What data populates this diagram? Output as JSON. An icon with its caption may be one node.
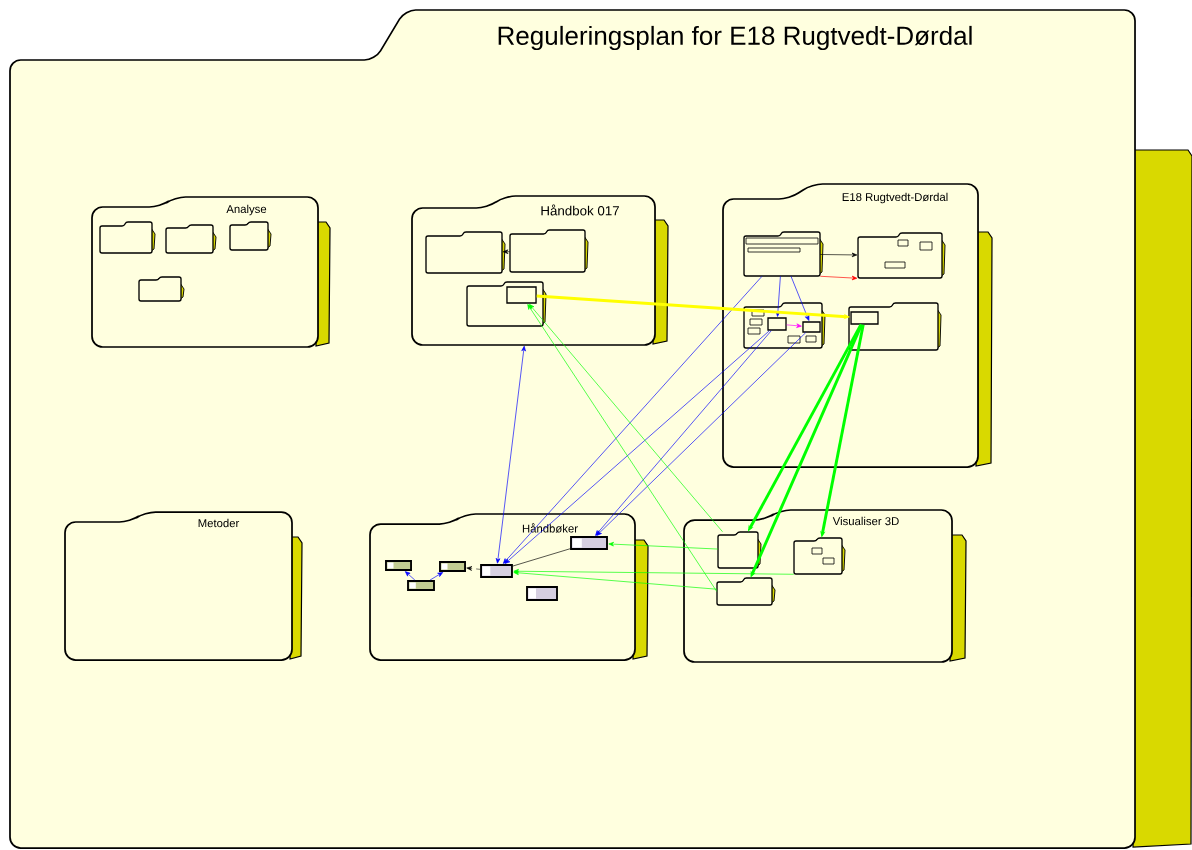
{
  "diagram": {
    "title": "Reguleringsplan for E18 Rugtvedt-Dørdal",
    "nodes": [
      {
        "text": [],
        "shape": "folder"
      },
      {
        "text": [
          "Analyse"
        ],
        "in": 0
      },
      {
        "text": [],
        "shape": "folder",
        "in": 1
      },
      {
        "text": [],
        "shape": "folder",
        "in": 1
      },
      {
        "text": [],
        "shape": "folder",
        "in": 1
      },
      {
        "text": [],
        "shape": "folder",
        "in": 1
      },
      {
        "text": [
          "Håndbok 017"
        ],
        "in": 0
      },
      {
        "text": [],
        "shape": "folder",
        "in": 6
      },
      {
        "text": [],
        "shape": "folder",
        "in": 6
      },
      {
        "text": [],
        "shape": "folder",
        "in": 6
      },
      {
        "text": [],
        "shape": "box",
        "in": 9
      },
      {
        "text": [
          "E18 Rugtvedt-Dørdal"
        ],
        "in": 0
      },
      {
        "text": [],
        "shape": "folder",
        "in": 11
      },
      {
        "text": [],
        "shape": "folder",
        "in": 11
      },
      {
        "text": [],
        "shape": "folder",
        "in": 11
      },
      {
        "text": [],
        "shape": "box",
        "in": 14
      },
      {
        "text": [],
        "shape": "box",
        "in": 14
      },
      {
        "text": [],
        "shape": "folder",
        "in": 11
      },
      {
        "text": [],
        "shape": "box",
        "in": 17
      },
      {
        "text": [
          "Metoder"
        ],
        "in": 0
      },
      {
        "text": [
          "Håndbøker"
        ],
        "in": 0
      },
      {
        "text": [],
        "shape": "box",
        "in": 20
      },
      {
        "text": [],
        "shape": "box",
        "in": 20
      },
      {
        "text": [],
        "shape": "box",
        "in": 20
      },
      {
        "text": [],
        "shape": "box",
        "in": 20
      },
      {
        "text": [],
        "shape": "box",
        "in": 20
      },
      {
        "text": [],
        "shape": "box",
        "in": 20
      },
      {
        "text": [
          "Visualiser 3D"
        ],
        "in": 0
      },
      {
        "text": [],
        "shape": "folder",
        "in": 27
      },
      {
        "text": [],
        "shape": "folder",
        "in": 27
      },
      {
        "text": [],
        "shape": "folder",
        "in": 27
      }
    ],
    "edges": [
      {
        "from": 8,
        "to": 7,
        "arrow": "to",
        "color": "#000000"
      },
      {
        "from": 12,
        "to": 13,
        "arrow": "to",
        "color": "#000000"
      },
      {
        "from": 12,
        "to": 13,
        "arrow": "to",
        "color": "#ff0000"
      },
      {
        "from": 15,
        "to": 16,
        "arrow": "to",
        "color": "#ff00ff"
      },
      {
        "from": 12,
        "to": 15,
        "arrow": "to",
        "color": "#0000ff"
      },
      {
        "from": 12,
        "to": 16,
        "arrow": "to",
        "color": "#0000ff"
      },
      {
        "from": 12,
        "to": 24,
        "arrow": "to",
        "color": "#0000ff"
      },
      {
        "from": 15,
        "to": 24,
        "arrow": "to",
        "color": "#0000ff"
      },
      {
        "from": 15,
        "to": 25,
        "arrow": "to",
        "color": "#0000ff"
      },
      {
        "from": 16,
        "to": 25,
        "arrow": "to",
        "color": "#0000ff"
      },
      {
        "from": 24,
        "to": 6,
        "arrow": "both",
        "color": "#0000ff"
      },
      {
        "from": 22,
        "to": 21,
        "arrow": "to",
        "color": "#0000ff"
      },
      {
        "from": 22,
        "to": 23,
        "arrow": "to",
        "color": "#0000ff"
      },
      {
        "from": 24,
        "to": 23,
        "arrow": "to",
        "style": "dashed",
        "color": "#000000"
      },
      {
        "from": 25,
        "to": 24,
        "arrow": "none",
        "color": "#000000"
      },
      {
        "from": 10,
        "to": 18,
        "arrow": "to",
        "style": "thick",
        "color": "#ffff00"
      },
      {
        "from": 18,
        "to": 28,
        "arrow": "to",
        "style": "thick",
        "color": "#00ff00"
      },
      {
        "from": 18,
        "to": 29,
        "arrow": "to",
        "style": "thick",
        "color": "#00ff00"
      },
      {
        "from": 18,
        "to": 30,
        "arrow": "to",
        "style": "thick",
        "color": "#00ff00"
      },
      {
        "from": 28,
        "to": 10,
        "arrow": "to",
        "color": "#00ff00"
      },
      {
        "from": 29,
        "to": 10,
        "arrow": "to",
        "color": "#00ff00"
      },
      {
        "from": 28,
        "to": 25,
        "arrow": "to",
        "color": "#00ff00"
      },
      {
        "from": 30,
        "to": 24,
        "arrow": "to",
        "color": "#00ff00"
      },
      {
        "from": 29,
        "to": 24,
        "arrow": "to",
        "color": "#00ff00"
      }
    ]
  }
}
